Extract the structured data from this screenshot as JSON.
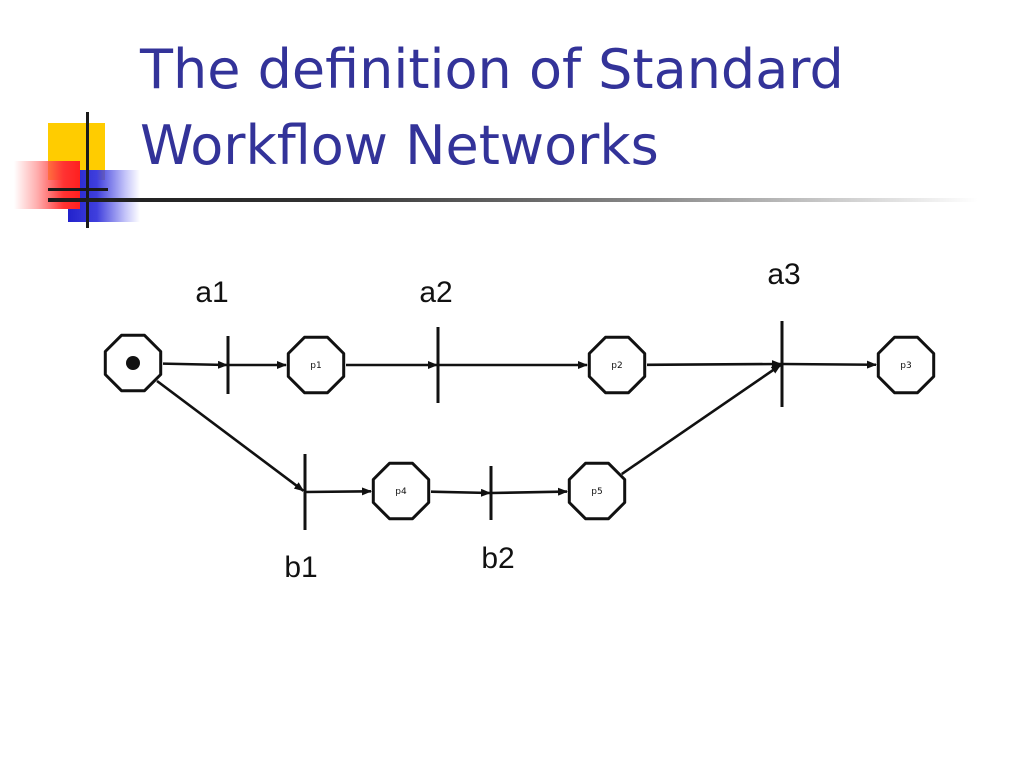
{
  "slide": {
    "title_line1": "The definition of Standard",
    "title_line2": "Workflow Networks",
    "title_color": "#333399"
  },
  "diagram": {
    "places": [
      {
        "id": "start",
        "label": "",
        "has_token": true
      },
      {
        "id": "p1",
        "label": "p1",
        "has_token": false
      },
      {
        "id": "p2",
        "label": "p2",
        "has_token": false
      },
      {
        "id": "p3",
        "label": "p3",
        "has_token": false
      },
      {
        "id": "p4",
        "label": "p4",
        "has_token": false
      },
      {
        "id": "p5",
        "label": "p5",
        "has_token": false
      }
    ],
    "transitions": [
      {
        "id": "a1",
        "label": "a1"
      },
      {
        "id": "a2",
        "label": "a2"
      },
      {
        "id": "a3",
        "label": "a3"
      },
      {
        "id": "b1",
        "label": "b1"
      },
      {
        "id": "b2",
        "label": "b2"
      }
    ],
    "arcs": [
      [
        "start",
        "a1"
      ],
      [
        "a1",
        "p1"
      ],
      [
        "p1",
        "a2"
      ],
      [
        "a2",
        "p2"
      ],
      [
        "p2",
        "a3"
      ],
      [
        "a3",
        "p3"
      ],
      [
        "start",
        "b1"
      ],
      [
        "b1",
        "p4"
      ],
      [
        "p4",
        "b2"
      ],
      [
        "b2",
        "p5"
      ],
      [
        "p5",
        "a3"
      ]
    ]
  }
}
